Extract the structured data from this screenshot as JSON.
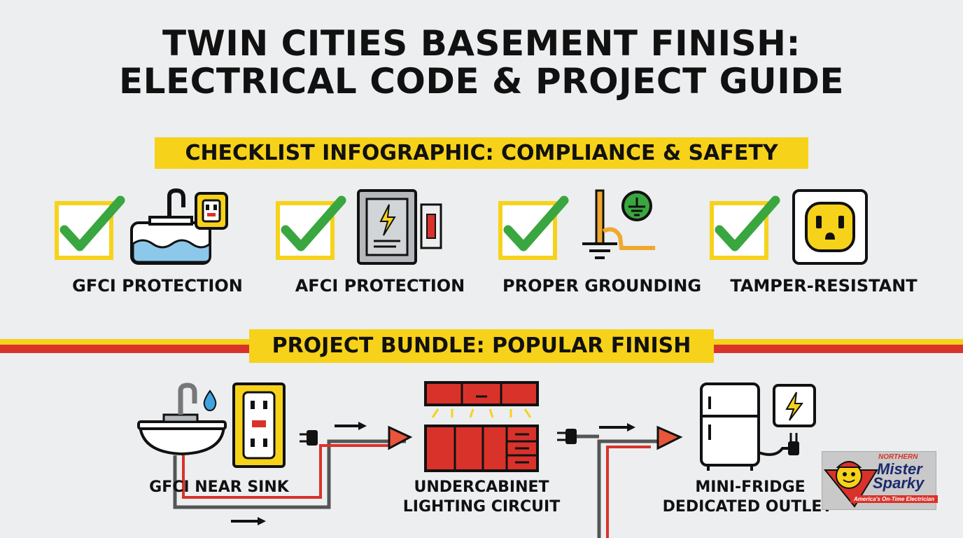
{
  "header": {
    "title_line1": "TWIN CITIES BASEMENT FINISH:",
    "title_line2": "ELECTRICAL CODE & PROJECT GUIDE"
  },
  "checklist": {
    "banner": "CHECKLIST INFOGRAPHIC: COMPLIANCE & SAFETY",
    "items": [
      {
        "label": "GFCI PROTECTION",
        "icon": "sink-with-gfci-outlet-icon"
      },
      {
        "label": "AFCI PROTECTION",
        "icon": "electrical-panel-icon"
      },
      {
        "label": "PROPER GROUNDING",
        "icon": "ground-rod-icon"
      },
      {
        "label": "TAMPER-RESISTANT",
        "icon": "tamper-resistant-outlet-icon"
      }
    ]
  },
  "bundle": {
    "banner": "PROJECT BUNDLE: POPULAR FINISH",
    "items": [
      {
        "label": "GFCI NEAR SINK",
        "icon": "sink-gfci-icon"
      },
      {
        "line1": "UNDERCABINET",
        "line2": "LIGHTING CIRCUIT",
        "icon": "cabinet-lighting-icon"
      },
      {
        "line1": "MINI-FRIDGE",
        "line2": "DEDICATED OUTLET",
        "icon": "mini-fridge-outlet-icon"
      }
    ]
  },
  "logo": {
    "small": "NORTHERN",
    "word1": "Mister",
    "word2": "Sparky",
    "tagline": "America's On-Time Electrician"
  },
  "colors": {
    "background": "#eceef0",
    "yellow": "#f7d21a",
    "red": "#d9322b",
    "green": "#3aa63f",
    "water": "#8cc8ea",
    "dark": "#111111"
  }
}
